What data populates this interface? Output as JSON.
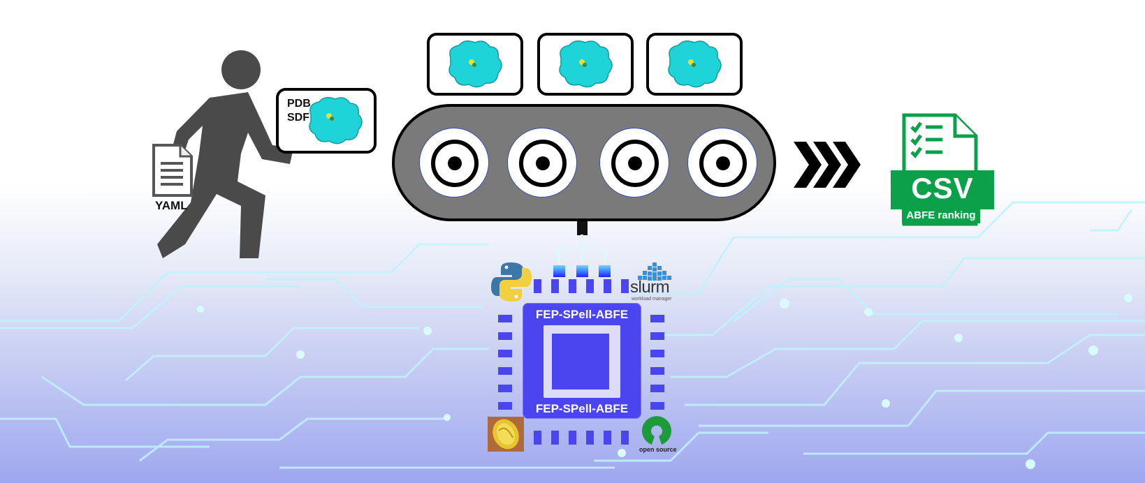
{
  "input": {
    "yaml_label": "YAML",
    "pdb_label": "PDB",
    "sdf_label": "SDF"
  },
  "chip": {
    "top_label": "FEP-SPell-ABFE",
    "bottom_label": "FEP-SPell-ABFE"
  },
  "output": {
    "csv_label": "CSV",
    "ranking_label": "ABFE ranking"
  },
  "logos": {
    "slurm_label": "slurm",
    "slurm_sub": "workload manager",
    "opensource_label": "open source"
  },
  "colors": {
    "protein": "#1fd4d8",
    "chip": "#4b45f0",
    "csv_green": "#0ba14b",
    "belt": "#7a7a7a",
    "person": "#4a4a4a"
  }
}
